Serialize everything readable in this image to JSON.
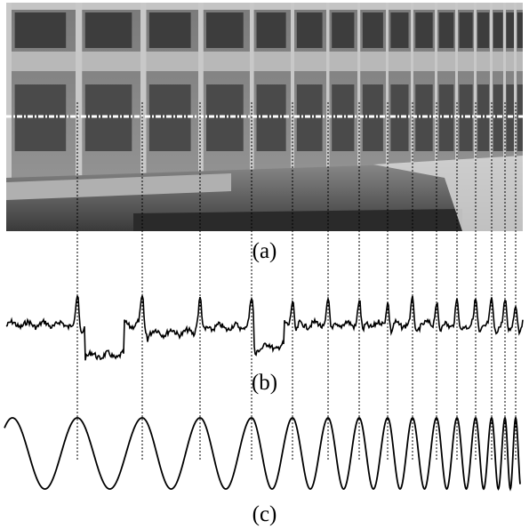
{
  "figure": {
    "panels": [
      {
        "id": "a",
        "label": "(a)",
        "content": "photograph"
      },
      {
        "id": "b",
        "label": "(b)",
        "content": "intensity-profile"
      },
      {
        "id": "c",
        "label": "(c)",
        "content": "fitted-chirp"
      }
    ],
    "colors": {
      "line": "#000000",
      "background": "#ffffff",
      "scanline": "#ffffff"
    },
    "peak_positions": [
      87,
      160,
      225,
      283,
      329,
      369,
      404,
      436,
      464,
      491,
      514,
      535,
      553,
      568,
      580
    ],
    "peak_count": 15
  }
}
